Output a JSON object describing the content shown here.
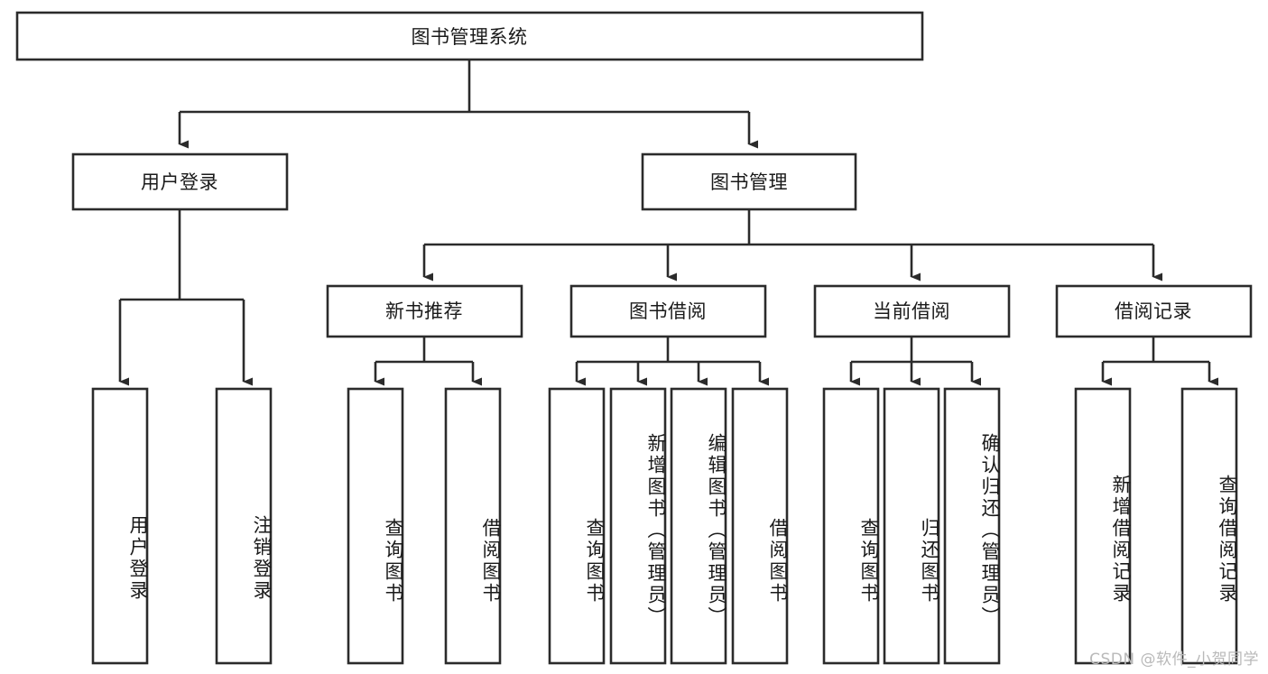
{
  "diagram": {
    "title": "图书管理系统",
    "type": "tree-hierarchy",
    "orientation": "top-down",
    "colors": {
      "box_stroke": "#2b2b2b",
      "box_fill": "#ffffff",
      "edge": "#2b2b2b",
      "text": "#1a1a1a",
      "background": "#ffffff",
      "watermark": "#b9b9b9"
    },
    "root": {
      "label": "图书管理系统"
    },
    "level2": [
      {
        "id": "user-login",
        "label": "用户登录"
      },
      {
        "id": "book-management",
        "label": "图书管理"
      }
    ],
    "level3": [
      {
        "id": "new-book-recommend",
        "label": "新书推荐"
      },
      {
        "id": "book-borrow",
        "label": "图书借阅"
      },
      {
        "id": "current-borrow",
        "label": "当前借阅"
      },
      {
        "id": "borrow-record",
        "label": "借阅记录"
      }
    ],
    "leaves": {
      "user-login": [
        {
          "id": "leaf-user-login",
          "label": "用户登录"
        },
        {
          "id": "leaf-user-logout",
          "label": "注销登录"
        }
      ],
      "new-book-recommend": [
        {
          "id": "leaf-query-book-1",
          "label": "查询图书"
        },
        {
          "id": "leaf-borrow-book-1",
          "label": "借阅图书"
        }
      ],
      "book-borrow": [
        {
          "id": "leaf-query-book-2",
          "label": "查询图书"
        },
        {
          "id": "leaf-add-book",
          "label": "新增图书（管理员）"
        },
        {
          "id": "leaf-edit-book",
          "label": "编辑图书（管理员）"
        },
        {
          "id": "leaf-borrow-book-2",
          "label": "借阅图书"
        }
      ],
      "current-borrow": [
        {
          "id": "leaf-query-book-3",
          "label": "查询图书"
        },
        {
          "id": "leaf-return-book",
          "label": "归还图书"
        },
        {
          "id": "leaf-confirm-return",
          "label": "确认归还（管理员）"
        }
      ],
      "borrow-record": [
        {
          "id": "leaf-add-record",
          "label": "新增借阅记录"
        },
        {
          "id": "leaf-query-record",
          "label": "查询借阅记录"
        }
      ]
    }
  },
  "watermark": {
    "text": "CSDN @软件_小贺同学"
  }
}
